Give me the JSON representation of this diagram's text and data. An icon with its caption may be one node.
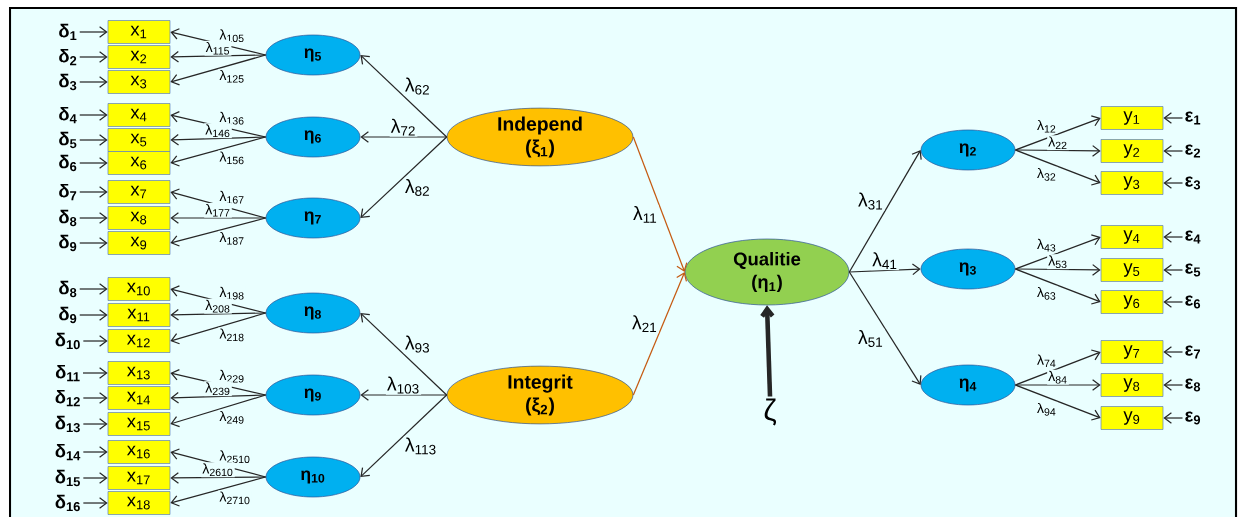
{
  "diagram": {
    "nodes": [
      {
        "text": [
          "δ$_{1}$"
        ]
      },
      {
        "text": [
          "δ$_{2}$"
        ]
      },
      {
        "text": [
          "δ$_{3}$"
        ]
      },
      {
        "text": [
          "δ$_{4}$"
        ]
      },
      {
        "text": [
          "δ$_{5}$"
        ]
      },
      {
        "text": [
          "δ$_{6}$"
        ]
      },
      {
        "text": [
          "δ$_{7}$"
        ]
      },
      {
        "text": [
          "δ$_{8}$"
        ]
      },
      {
        "text": [
          "δ$_{9}$"
        ]
      },
      {
        "text": [
          "δ$_{8}$"
        ]
      },
      {
        "text": [
          "δ$_{9}$"
        ]
      },
      {
        "text": [
          "δ$_{10}$"
        ]
      },
      {
        "text": [
          "δ$_{11}$"
        ]
      },
      {
        "text": [
          "δ$_{12}$"
        ]
      },
      {
        "text": [
          "δ$_{13}$"
        ]
      },
      {
        "text": [
          "δ$_{14}$"
        ]
      },
      {
        "text": [
          "δ$_{15}$"
        ]
      },
      {
        "text": [
          "δ$_{16}$"
        ]
      },
      {
        "text": [
          "x$_{1}$"
        ]
      },
      {
        "text": [
          "x$_{2}$"
        ]
      },
      {
        "text": [
          "x$_{3}$"
        ]
      },
      {
        "text": [
          "x$_{4}$"
        ]
      },
      {
        "text": [
          "x$_{5}$"
        ]
      },
      {
        "text": [
          "x$_{6}$"
        ]
      },
      {
        "text": [
          "x$_{7}$"
        ]
      },
      {
        "text": [
          "x$_{8}$"
        ]
      },
      {
        "text": [
          "x$_{9}$"
        ]
      },
      {
        "text": [
          "x$_{10}$"
        ]
      },
      {
        "text": [
          "x$_{11}$"
        ]
      },
      {
        "text": [
          "x$_{12}$"
        ]
      },
      {
        "text": [
          "x$_{13}$"
        ]
      },
      {
        "text": [
          "x$_{14}$"
        ]
      },
      {
        "text": [
          "x$_{15}$"
        ]
      },
      {
        "text": [
          "x$_{16}$"
        ]
      },
      {
        "text": [
          "x$_{17}$"
        ]
      },
      {
        "text": [
          "x$_{18}$"
        ]
      },
      {
        "text": [
          "η$_{5}$"
        ]
      },
      {
        "text": [
          "η$_{6}$"
        ]
      },
      {
        "text": [
          "η$_{7}$"
        ]
      },
      {
        "text": [
          "η$_{8}$"
        ]
      },
      {
        "text": [
          "η$_{9}$"
        ]
      },
      {
        "text": [
          "η$_{10}$"
        ]
      },
      {
        "text": [
          "Independ",
          "(ξ$_{1}$)"
        ]
      },
      {
        "text": [
          "Integrit",
          "(ξ$_{2}$)"
        ]
      },
      {
        "text": [
          "Qualitie",
          "(η$_{1}$)"
        ]
      },
      {
        "text": [
          "ζ"
        ]
      },
      {
        "text": [
          "η$_{2}$"
        ]
      },
      {
        "text": [
          "η$_{3}$"
        ]
      },
      {
        "text": [
          "η$_{4}$"
        ]
      },
      {
        "text": [
          "y$_{1}$"
        ]
      },
      {
        "text": [
          "y$_{2}$"
        ]
      },
      {
        "text": [
          "y$_{3}$"
        ]
      },
      {
        "text": [
          "y$_{4}$"
        ]
      },
      {
        "text": [
          "y$_{5}$"
        ]
      },
      {
        "text": [
          "y$_{6}$"
        ]
      },
      {
        "text": [
          "y$_{7}$"
        ]
      },
      {
        "text": [
          "y$_{8}$"
        ]
      },
      {
        "text": [
          "y$_{9}$"
        ]
      },
      {
        "text": [
          "ε$_{1}$"
        ]
      },
      {
        "text": [
          "ε$_{2}$"
        ]
      },
      {
        "text": [
          "ε$_{3}$"
        ]
      },
      {
        "text": [
          "ε$_{4}$"
        ]
      },
      {
        "text": [
          "ε$_{5}$"
        ]
      },
      {
        "text": [
          "ε$_{6}$"
        ]
      },
      {
        "text": [
          "ε$_{7}$"
        ]
      },
      {
        "text": [
          "ε$_{8}$"
        ]
      },
      {
        "text": [
          "ε$_{9}$"
        ]
      }
    ],
    "edges": [
      {
        "from": 0,
        "to": 18,
        "arrow": "to"
      },
      {
        "from": 1,
        "to": 19,
        "arrow": "to"
      },
      {
        "from": 2,
        "to": 20,
        "arrow": "to"
      },
      {
        "from": 3,
        "to": 21,
        "arrow": "to"
      },
      {
        "from": 4,
        "to": 22,
        "arrow": "to"
      },
      {
        "from": 5,
        "to": 23,
        "arrow": "to"
      },
      {
        "from": 6,
        "to": 24,
        "arrow": "to"
      },
      {
        "from": 7,
        "to": 25,
        "arrow": "to"
      },
      {
        "from": 8,
        "to": 26,
        "arrow": "to"
      },
      {
        "from": 9,
        "to": 27,
        "arrow": "to"
      },
      {
        "from": 10,
        "to": 28,
        "arrow": "to"
      },
      {
        "from": 11,
        "to": 29,
        "arrow": "to"
      },
      {
        "from": 12,
        "to": 30,
        "arrow": "to"
      },
      {
        "from": 13,
        "to": 31,
        "arrow": "to"
      },
      {
        "from": 14,
        "to": 32,
        "arrow": "to"
      },
      {
        "from": 15,
        "to": 33,
        "arrow": "to"
      },
      {
        "from": 16,
        "to": 34,
        "arrow": "to"
      },
      {
        "from": 17,
        "to": 35,
        "arrow": "to"
      },
      {
        "from": 36,
        "to": 18,
        "arrow": "to",
        "label": "λ$_{105}$"
      },
      {
        "from": 36,
        "to": 19,
        "arrow": "to",
        "label": "λ$_{115}$"
      },
      {
        "from": 36,
        "to": 20,
        "arrow": "to",
        "label": "λ$_{125}$"
      },
      {
        "from": 37,
        "to": 21,
        "arrow": "to",
        "label": "λ$_{136}$"
      },
      {
        "from": 37,
        "to": 22,
        "arrow": "to",
        "label": "λ$_{146}$"
      },
      {
        "from": 37,
        "to": 23,
        "arrow": "to",
        "label": "λ$_{156}$"
      },
      {
        "from": 38,
        "to": 24,
        "arrow": "to",
        "label": "λ$_{167}$"
      },
      {
        "from": 38,
        "to": 25,
        "arrow": "to",
        "label": "λ$_{177}$"
      },
      {
        "from": 38,
        "to": 26,
        "arrow": "to",
        "label": "λ$_{187}$"
      },
      {
        "from": 39,
        "to": 27,
        "arrow": "to",
        "label": "λ$_{198}$"
      },
      {
        "from": 39,
        "to": 28,
        "arrow": "to",
        "label": "λ$_{208}$"
      },
      {
        "from": 39,
        "to": 29,
        "arrow": "to",
        "label": "λ$_{218}$"
      },
      {
        "from": 40,
        "to": 30,
        "arrow": "to",
        "label": "λ$_{229}$"
      },
      {
        "from": 40,
        "to": 31,
        "arrow": "to",
        "label": "λ$_{239}$"
      },
      {
        "from": 40,
        "to": 32,
        "arrow": "to",
        "label": "λ$_{249}$"
      },
      {
        "from": 41,
        "to": 33,
        "arrow": "to",
        "label": "λ$_{2510}$"
      },
      {
        "from": 41,
        "to": 34,
        "arrow": "to",
        "label": "λ$_{2610}$"
      },
      {
        "from": 41,
        "to": 35,
        "arrow": "to",
        "label": "λ$_{2710}$"
      },
      {
        "from": 42,
        "to": 36,
        "arrow": "to",
        "label": "λ$_{62}$"
      },
      {
        "from": 42,
        "to": 37,
        "arrow": "to",
        "label": "λ$_{72}$"
      },
      {
        "from": 42,
        "to": 38,
        "arrow": "to",
        "label": "λ$_{82}$"
      },
      {
        "from": 43,
        "to": 39,
        "arrow": "to",
        "label": "λ$_{93}$"
      },
      {
        "from": 43,
        "to": 40,
        "arrow": "to",
        "label": "λ$_{103}$"
      },
      {
        "from": 43,
        "to": 41,
        "arrow": "to",
        "label": "λ$_{113}$"
      },
      {
        "from": 42,
        "to": 44,
        "arrow": "to",
        "label": "λ$_{11}$",
        "color": "#c55a11"
      },
      {
        "from": 43,
        "to": 44,
        "arrow": "to",
        "label": "λ$_{21}$",
        "color": "#c55a11"
      },
      {
        "from": 45,
        "to": 44,
        "arrow": "to",
        "style": "thick"
      },
      {
        "from": 44,
        "to": 46,
        "arrow": "to",
        "label": "λ$_{31}$"
      },
      {
        "from": 44,
        "to": 47,
        "arrow": "to",
        "label": "λ$_{41}$"
      },
      {
        "from": 44,
        "to": 48,
        "arrow": "to",
        "label": "λ$_{51}$"
      },
      {
        "from": 46,
        "to": 49,
        "arrow": "to",
        "label": "λ$_{12}$"
      },
      {
        "from": 46,
        "to": 50,
        "arrow": "to",
        "label": "λ$_{22}$"
      },
      {
        "from": 46,
        "to": 51,
        "arrow": "to",
        "label": "λ$_{32}$"
      },
      {
        "from": 47,
        "to": 52,
        "arrow": "to",
        "label": "λ$_{43}$"
      },
      {
        "from": 47,
        "to": 53,
        "arrow": "to",
        "label": "λ$_{53}$"
      },
      {
        "from": 47,
        "to": 54,
        "arrow": "to",
        "label": "λ$_{63}$"
      },
      {
        "from": 48,
        "to": 55,
        "arrow": "to",
        "label": "λ$_{74}$"
      },
      {
        "from": 48,
        "to": 56,
        "arrow": "to",
        "label": "λ$_{84}$"
      },
      {
        "from": 48,
        "to": 57,
        "arrow": "to",
        "label": "λ$_{94}$"
      },
      {
        "from": 58,
        "to": 49,
        "arrow": "to"
      },
      {
        "from": 59,
        "to": 50,
        "arrow": "to"
      },
      {
        "from": 60,
        "to": 51,
        "arrow": "to"
      },
      {
        "from": 61,
        "to": 52,
        "arrow": "to"
      },
      {
        "from": 62,
        "to": 53,
        "arrow": "to"
      },
      {
        "from": 63,
        "to": 54,
        "arrow": "to"
      },
      {
        "from": 64,
        "to": 55,
        "arrow": "to"
      },
      {
        "from": 65,
        "to": 56,
        "arrow": "to"
      },
      {
        "from": 66,
        "to": 57,
        "arrow": "to"
      }
    ]
  }
}
